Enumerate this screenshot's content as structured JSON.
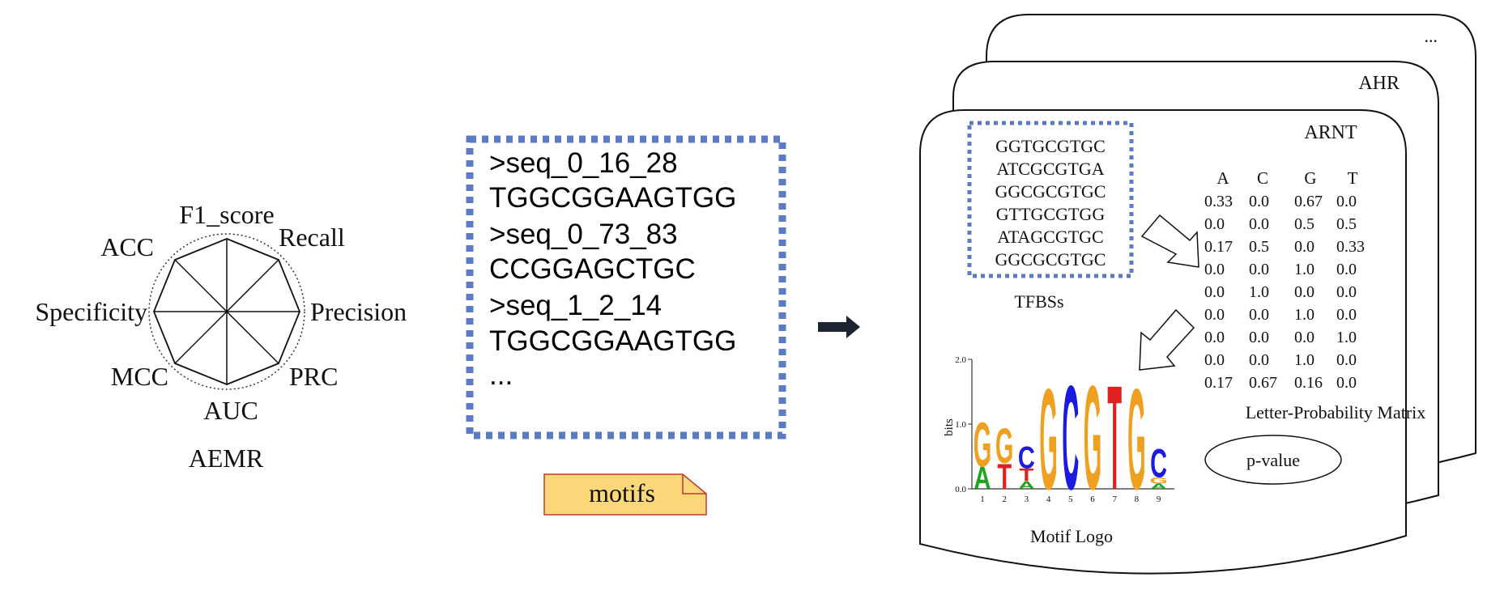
{
  "radar": {
    "title": "AEMR",
    "axes": [
      "F1_score",
      "Recall",
      "Precision",
      "PRC",
      "AUC",
      "MCC",
      "Specificity",
      "ACC"
    ]
  },
  "sequences": {
    "lines": [
      ">seq_0_16_28",
      "TGGCGGAAGTGG",
      ">seq_0_73_83",
      "CCGGAGCTGC",
      ">seq_1_2_14",
      "TGGCGGAAGTGG",
      "..."
    ],
    "tag": "motifs"
  },
  "cards": {
    "back_label": "...",
    "middle_label": "AHR",
    "front_label": "ARNT"
  },
  "tfbs": {
    "sequences": [
      "GGTGCGTGC",
      "ATCGCGTGA",
      "GGCGCGTGC",
      "GTTGCGTGG",
      "ATAGCGTGC",
      "GGCGCGTGC"
    ],
    "label": "TFBSs"
  },
  "matrix": {
    "headers": [
      "A",
      "C",
      "G",
      "T"
    ],
    "rows": [
      [
        "0.33",
        "0.0",
        "0.67",
        "0.0"
      ],
      [
        "0.0",
        "0.0",
        "0.5",
        "0.5"
      ],
      [
        "0.17",
        "0.5",
        "0.0",
        "0.33"
      ],
      [
        "0.0",
        "0.0",
        "1.0",
        "0.0"
      ],
      [
        "0.0",
        "1.0",
        "0.0",
        "0.0"
      ],
      [
        "0.0",
        "0.0",
        "1.0",
        "0.0"
      ],
      [
        "0.0",
        "0.0",
        "0.0",
        "1.0"
      ],
      [
        "0.0",
        "0.0",
        "1.0",
        "0.0"
      ],
      [
        "0.17",
        "0.67",
        "0.16",
        "0.0"
      ]
    ],
    "label": "Letter-Probability Matrix"
  },
  "pvalue": {
    "label": "p-value"
  },
  "logo": {
    "ylabel": "bits",
    "yticks": [
      "2.0",
      "1.0",
      "0.0"
    ],
    "xticks": [
      "1",
      "2",
      "3",
      "4",
      "5",
      "6",
      "7",
      "8",
      "9"
    ],
    "caption": "Motif  Logo",
    "letters": [
      {
        "pos": "1",
        "stack": [
          {
            "letter": "G",
            "color": "#f0a020",
            "bits": 0.7
          },
          {
            "letter": "A",
            "color": "#1fa31f",
            "bits": 0.35
          }
        ]
      },
      {
        "pos": "2",
        "stack": [
          {
            "letter": "G",
            "color": "#f0a020",
            "bits": 0.55
          },
          {
            "letter": "T",
            "color": "#e02020",
            "bits": 0.4
          }
        ]
      },
      {
        "pos": "3",
        "stack": [
          {
            "letter": "C",
            "color": "#1a1ae0",
            "bits": 0.35
          },
          {
            "letter": "T",
            "color": "#e02020",
            "bits": 0.2
          },
          {
            "letter": "A",
            "color": "#1fa31f",
            "bits": 0.12
          }
        ]
      },
      {
        "pos": "4",
        "stack": [
          {
            "letter": "G",
            "color": "#f0a020",
            "bits": 1.6
          }
        ]
      },
      {
        "pos": "5",
        "stack": [
          {
            "letter": "C",
            "color": "#1a1ae0",
            "bits": 1.65
          }
        ]
      },
      {
        "pos": "6",
        "stack": [
          {
            "letter": "G",
            "color": "#f0a020",
            "bits": 1.65
          }
        ]
      },
      {
        "pos": "7",
        "stack": [
          {
            "letter": "T",
            "color": "#e02020",
            "bits": 1.65
          }
        ]
      },
      {
        "pos": "8",
        "stack": [
          {
            "letter": "G",
            "color": "#f0a020",
            "bits": 1.6
          }
        ]
      },
      {
        "pos": "9",
        "stack": [
          {
            "letter": "C",
            "color": "#1a1ae0",
            "bits": 0.45
          },
          {
            "letter": "G",
            "color": "#f0a020",
            "bits": 0.1
          },
          {
            "letter": "A",
            "color": "#1fa31f",
            "bits": 0.08
          }
        ]
      }
    ]
  },
  "colors": {
    "dashed_border": "#5b7cc4",
    "tag_fill": "#fbd77a",
    "tag_border": "#c0392b",
    "arrow": "#1c2331"
  }
}
